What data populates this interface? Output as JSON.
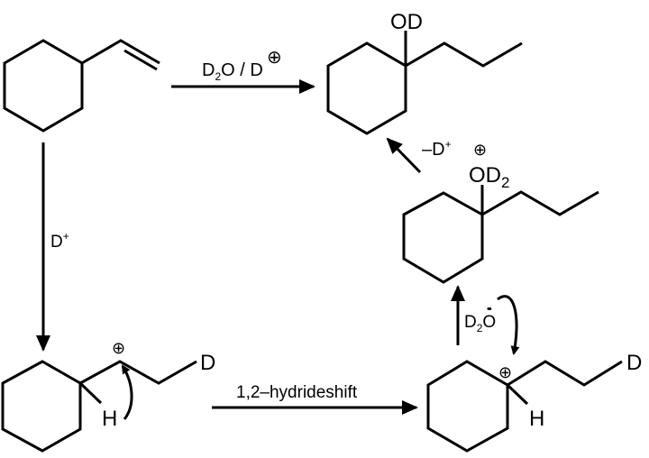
{
  "reagents": {
    "top_arrow": {
      "D": "D",
      "sub": "2",
      "rest": "O / D",
      "charge": "⊕"
    },
    "left_arrow": {
      "D": "D",
      "sup": "+"
    },
    "bottom_arrow": "1,2–hydrideshift",
    "deprotonation": {
      "text": "–D",
      "sup": "+"
    },
    "water": {
      "D": "D",
      "sub": "2",
      "O": "O",
      "lone_pair": "••"
    }
  },
  "atoms": {
    "product_OD": "OD",
    "oxonium_O": "OD",
    "oxonium_sub": "2",
    "charge": "⊕",
    "H": "H",
    "D": "D"
  }
}
